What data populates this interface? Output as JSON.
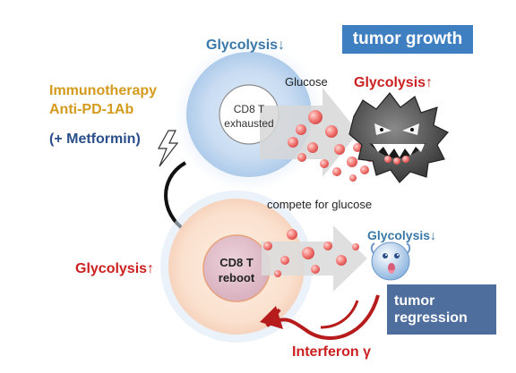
{
  "labels": {
    "glycolysis_down_top": "Glycolysis↓",
    "tumor_growth": "tumor growth",
    "immunotherapy": "Immunotherapy",
    "anti_pd1": "Anti-PD-1Ab",
    "metformin": "(+ Metformin)",
    "glucose": "Glucose",
    "glycolysis_up_tumor": "Glycolysis↑",
    "cd8_exhausted_line1": "CD8 T",
    "cd8_exhausted_line2": "exhausted",
    "compete": "compete for glucose",
    "glycolysis_down_small": "Glycolysis↓",
    "glycolysis_up_left": "Glycolysis↑",
    "cd8_reboot_line1": "CD8 T",
    "cd8_reboot_line2": "reboot",
    "tumor_regression_line1": "tumor",
    "tumor_regression_line2": "regression",
    "interferon": "Interferon γ"
  },
  "colors": {
    "blue_text": "#3a78a8",
    "gold_text": "#d49a1c",
    "navy_text": "#2a4f8a",
    "red_text": "#cc2020",
    "growth_box": "#3d7fc0",
    "regression_box": "#4e6e9e",
    "arrow_red": "#b71c1c",
    "arrow_black": "#111111"
  },
  "icons": {
    "lightning": "lightning-bolt-icon",
    "tumor_big": "tumor-monster-icon",
    "tumor_small": "small-tumor-icon"
  }
}
